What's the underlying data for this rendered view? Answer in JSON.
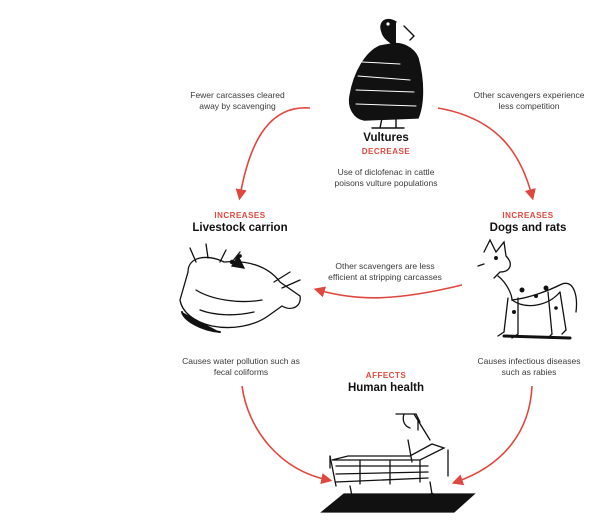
{
  "colors": {
    "accent": "#e0473e",
    "ink": "#111111",
    "muted": "#3a3a3a"
  },
  "nodes": {
    "vultures": {
      "title": "Vultures",
      "tag": "DECREASE",
      "icon": "vulture-icon"
    },
    "carrion": {
      "title": "Livestock carrion",
      "tag": "INCREASES",
      "icon": "dead-cow-icon"
    },
    "dogs": {
      "title": "Dogs and rats",
      "tag": "INCREASES",
      "icon": "stray-dog-icon"
    },
    "health": {
      "title": "Human health",
      "tag": "AFFECTS",
      "icon": "hospital-bed-icon"
    }
  },
  "labels": {
    "fewer_carcasses": "Fewer carcasses cleared away by scavenging",
    "less_competition": "Other scavengers experience less competition",
    "diclofenac": "Use of diclofenac in cattle poisons vulture populations",
    "less_efficient": "Other scavengers are less efficient at stripping carcasses",
    "water_pollution": "Causes water pollution such as fecal coliforms",
    "infectious": "Causes infectious diseases such as rabies"
  }
}
